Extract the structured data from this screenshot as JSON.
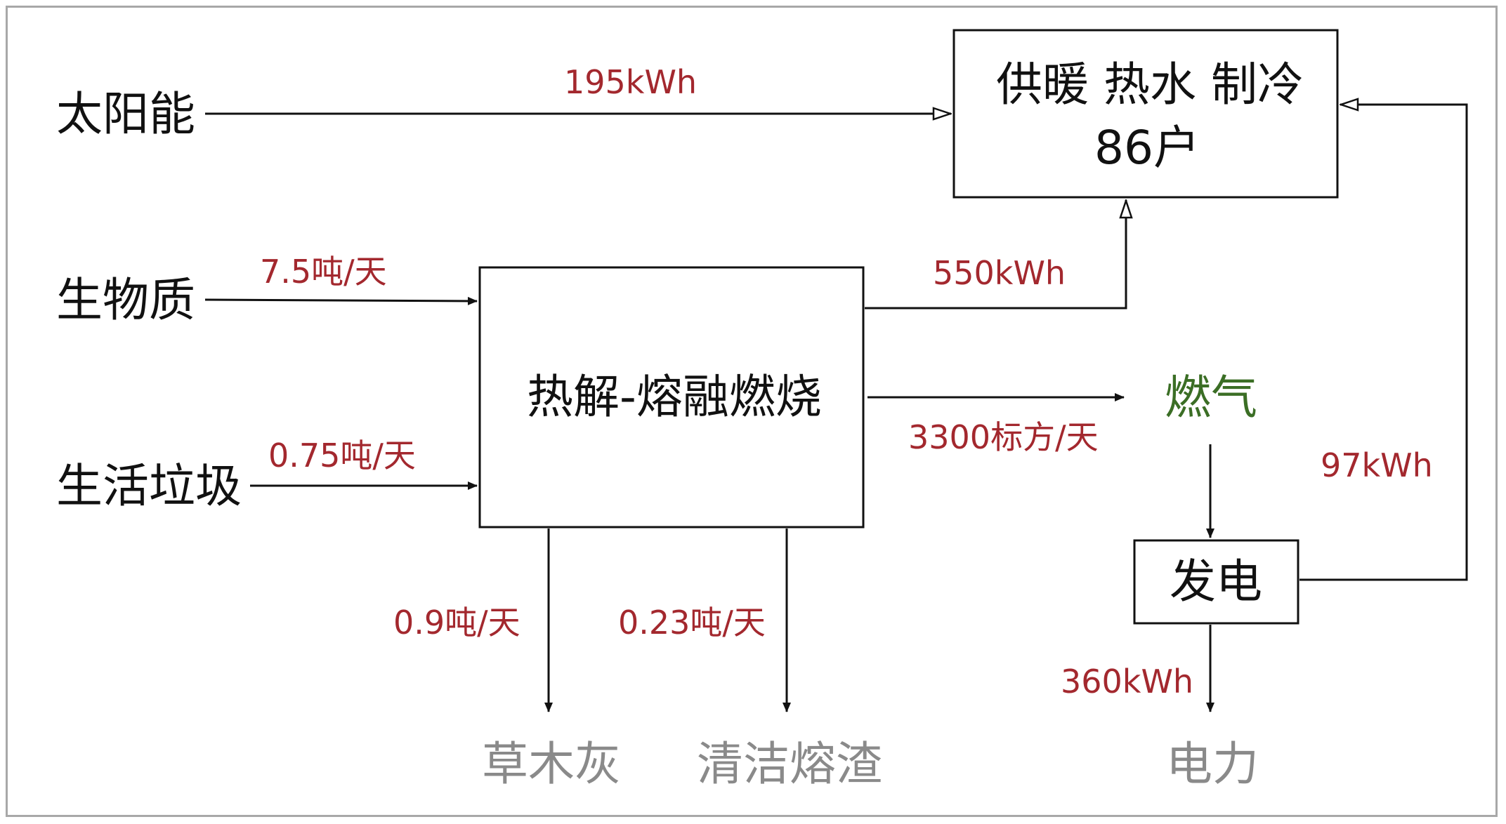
{
  "sources": {
    "solar": "太阳能",
    "biomass": "生物质",
    "garbage": "生活垃圾"
  },
  "boxes": {
    "heating": {
      "title": "供暖 热水 制冷",
      "households": "86户"
    },
    "process": "热解-熔融燃烧",
    "power_gen": "发电"
  },
  "flows": {
    "solar_energy": "195kWh",
    "biomass_rate": "7.5吨/天",
    "garbage_rate": "0.75吨/天",
    "process_heat": "550kWh",
    "gas_volume": "3300标方/天",
    "gen_to_heating": "97kWh",
    "ash_rate": "0.9吨/天",
    "slag_rate": "0.23吨/天",
    "electricity": "360kWh"
  },
  "products": {
    "gas": "燃气",
    "ash": "草木灰",
    "slag": "清洁熔渣",
    "power": "电力"
  },
  "colors": {
    "flow_label": "#a3282e",
    "highlight": "#3b6e25",
    "product": "#8a8a8a",
    "line": "#111111"
  }
}
